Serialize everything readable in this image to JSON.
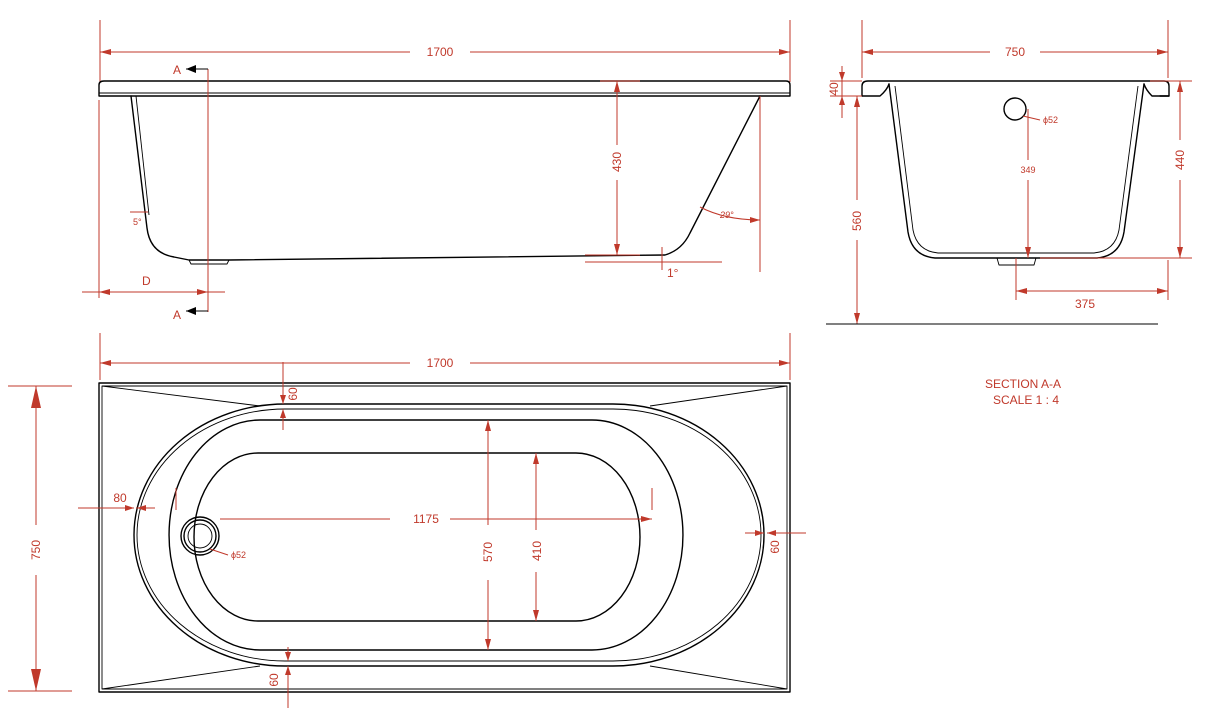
{
  "colors": {
    "dimension": "#c0392b",
    "outline": "#000000",
    "background": "#ffffff"
  },
  "side_view": {
    "overall_length": "1700",
    "section_mark_top": "A",
    "section_mark_bottom": "A",
    "depth": "430",
    "end_angle": "29°",
    "wall_angle": "5°",
    "floor_slope": "1°",
    "drain_ref": "D"
  },
  "end_view": {
    "overall_width": "750",
    "rim_height": "40",
    "overall_height": "560",
    "inner_depth": "440",
    "overflow_height": "349",
    "overflow_diameter": "ϕ52",
    "drain_offset": "375"
  },
  "section_label": {
    "title": "SECTION A-A",
    "scale": "SCALE 1 : 4"
  },
  "plan_view": {
    "overall_length": "1700",
    "overall_width": "750",
    "rim_top": "60",
    "rim_bottom": "60",
    "rim_right": "60",
    "rim_left": "80",
    "basin_length": "1175",
    "basin_width_outer": "570",
    "basin_width_inner": "410",
    "drain_diameter": "ϕ52"
  }
}
